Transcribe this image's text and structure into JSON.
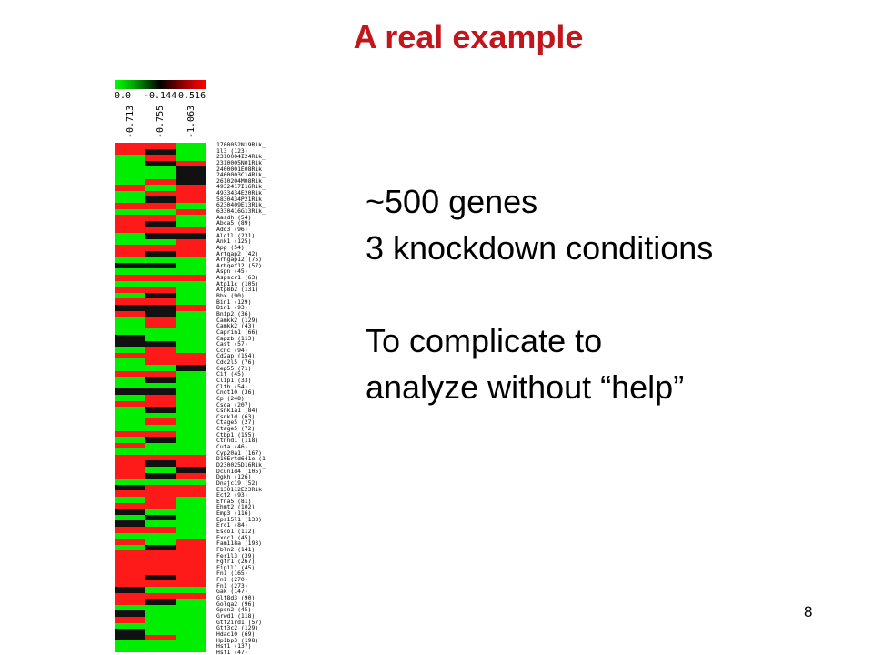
{
  "slide": {
    "title": "A real example",
    "lines": [
      "~500 genes",
      "3 knockdown conditions",
      "",
      "To complicate to",
      "analyze without “help”"
    ],
    "page_number": "8"
  },
  "heatmap": {
    "scale_labels": [
      "0.0",
      "-0.144",
      "0.516"
    ],
    "column_labels": [
      "-0.713",
      "-0.755",
      "-1.063"
    ],
    "colors": {
      "green": "#00ee00",
      "red": "#ff1a1a",
      "dark": "#111111"
    },
    "genes": [
      "1700052N19Rik_",
      "1l3 (123)",
      "2310004I24Rik_",
      "2310005N01Rik_",
      "2400001E08Rik_",
      "2400003C14Rik_",
      "2610204M08Rik_",
      "4932417I16Rik_",
      "4933434E20Rik_",
      "5830434P21Rik_",
      "6230409E13Rik_",
      "6330416G13Rik_",
      "Aasdh (54)",
      "Abca5 (89)",
      "Add3 (96)",
      "Alg1l (231)",
      "Ank1 (125)",
      "App (54)",
      "Arfgap2 (42)",
      "Arhgap12 (75)",
      "Arhgef12 (57)",
      "Aspn (45)",
      "Aspscr1 (63)",
      "Atp11c (105)",
      "Atp8b2 (131)",
      "Bbx (90)",
      "Bin1 (129)",
      "Bin1 (93)",
      "Bnip2 (36)",
      "Camkk2 (129)",
      "Camkk2 (43)",
      "Caprin1 (66)",
      "Capzb (113)",
      "Cast (57)",
      "Ccnc (94)",
      "Cd2ap (154)",
      "Cdc2l5 (76)",
      "Cep55 (71)",
      "Cit (45)",
      "Clip1 (33)",
      "Cltb (54)",
      "Cnot10 (36)",
      "Cp (248)",
      "Csda (207)",
      "Csnk1a1 (84)",
      "Csnk1d (63)",
      "Ctage5 (27)",
      "Ctage5 (72)",
      "Ctbp1 (155)",
      "Ctnnd1 (118)",
      "Cuta (46)",
      "Cyp20a1 (167)",
      "D10Ertd641e (1",
      "D230025D16Rik_",
      "Dcun1d4 (105)",
      "Dgkh (126)",
      "Dnajc19 (52)",
      "E130112E23Rik_",
      "Ect2 (93)",
      "Efna5 (81)",
      "Ehmt2 (102)",
      "Emp3 (116)",
      "Eps15l1 (133)",
      "Erc1 (84)",
      "Esco1 (112)",
      "Exoc1 (45)",
      "Fam118a (193)",
      "Fbln2 (141)",
      "Fer1l3 (39)",
      "Fgfr1 (267)",
      "Fip1l1 (45)",
      "Fn1 (165)",
      "Fn1 (270)",
      "Fn1 (273)",
      "Gak (147)",
      "Glt8d3 (90)",
      "Golga2 (96)",
      "Gpsn2 (45)",
      "Grwd1 (118)",
      "Gtf2ird1 (57)",
      "Gtf3c2 (129)",
      "Hdac10 (69)",
      "Hp1bp3 (198)",
      "Hsf1 (137)",
      "Hsf1 (47)"
    ],
    "rows": [
      "RRG",
      "RDG",
      "GRG",
      "GDR",
      "GGD",
      "GGD",
      "GRD",
      "RGR",
      "GRR",
      "GDR",
      "RRG",
      "GGR",
      "RRG",
      "RDG",
      "RRR",
      "GDD",
      "GGR",
      "RRR",
      "RDR",
      "GGG",
      "DDG",
      "GGG",
      "RRR",
      "GGG",
      "RRG",
      "GDG",
      "RRG",
      "DDR",
      "RDG",
      "GRG",
      "GRG",
      "GGG",
      "DGG",
      "DDG",
      "GRG",
      "RRR",
      "GRR",
      "GGD",
      "RRG",
      "GDG",
      "GGG",
      "DDG",
      "GRG",
      "RRG",
      "GDG",
      "GGG",
      "GRG",
      "GGG",
      "RRG",
      "GDG",
      "RGG",
      "GGG",
      "RRR",
      "RDR",
      "RGD",
      "RDR",
      "GGG",
      "DRR",
      "RRR",
      "GRG",
      "RRG",
      "DGG",
      "GDG",
      "DGG",
      "RRG",
      "GGG",
      "RGR",
      "GDR",
      "RRR",
      "RRR",
      "RRR",
      "RRR",
      "RDR",
      "RRR",
      "DGG",
      "RRR",
      "RDG",
      "GGG",
      "DGG",
      "RGG",
      "GGG",
      "DGG",
      "DRG",
      "GGG",
      "GGG"
    ]
  }
}
